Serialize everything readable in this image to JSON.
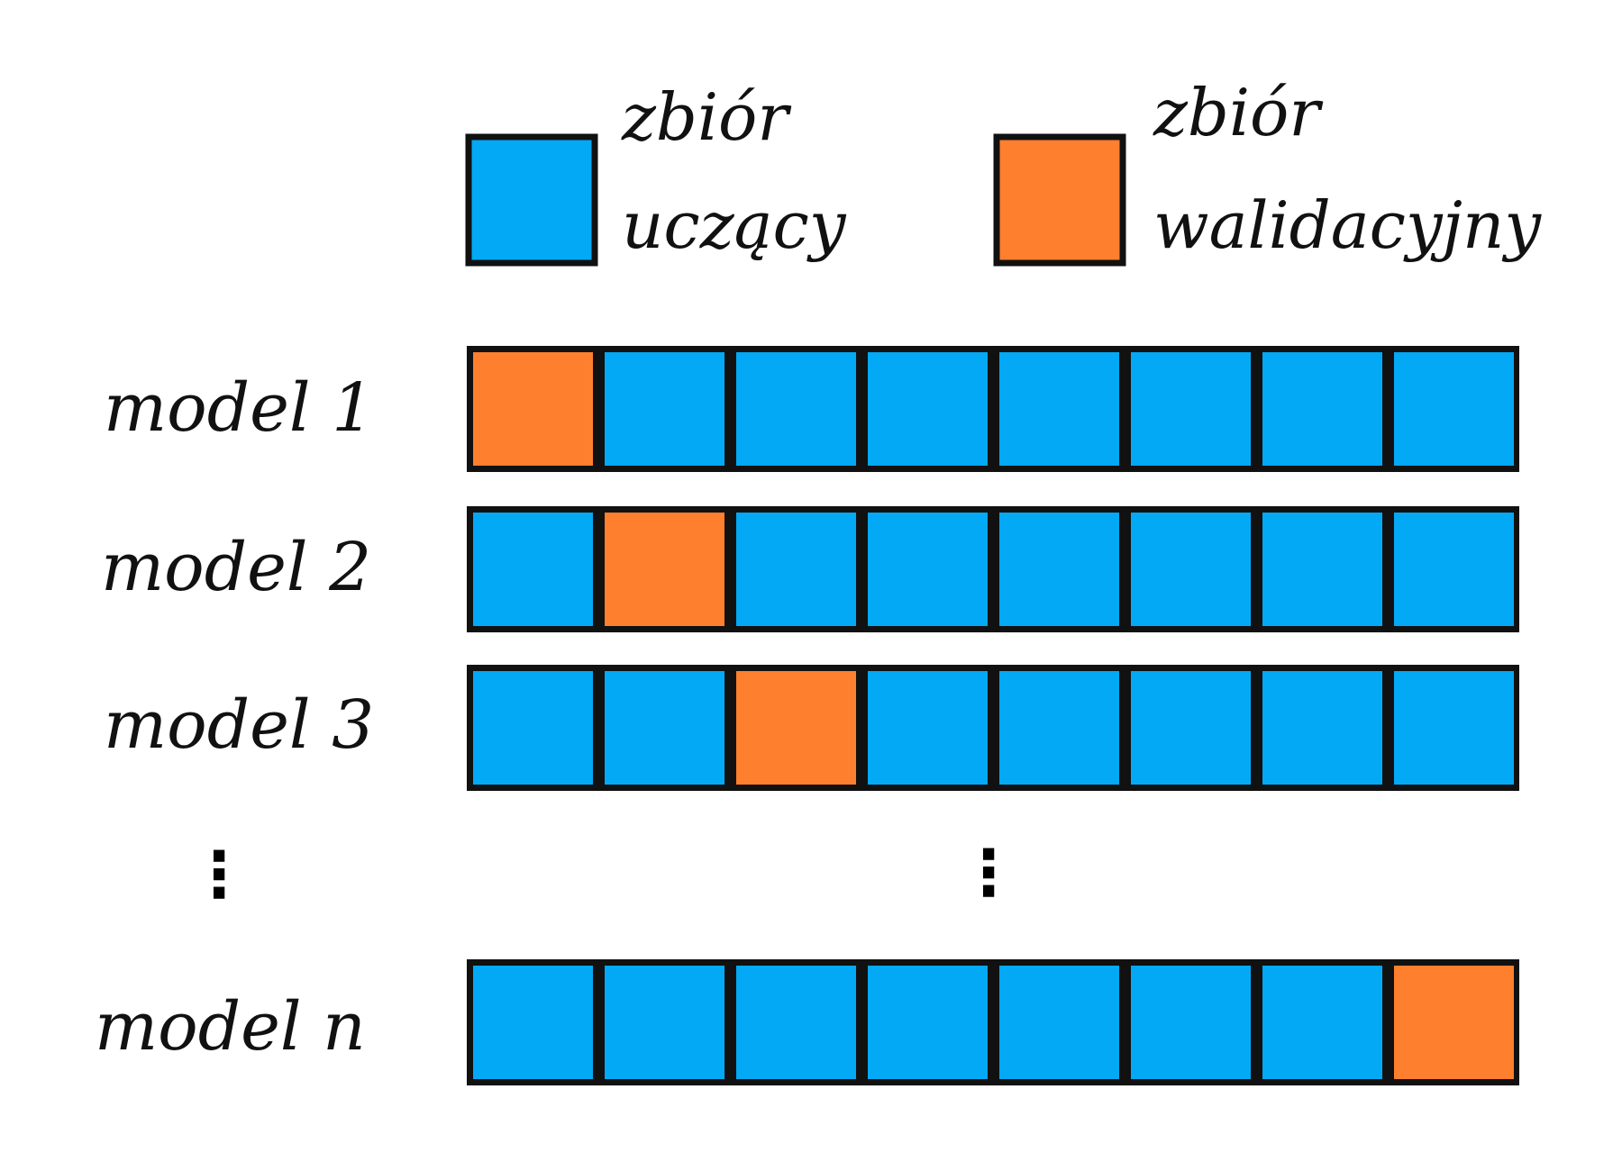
{
  "colors": {
    "training": "#03a9f4",
    "validation": "#fe7f2d",
    "border": "#111111"
  },
  "legend": {
    "training": {
      "line1": "zbiór",
      "line2": "uczący"
    },
    "validation": {
      "line1": "zbiór",
      "line2": "walidacyjny"
    }
  },
  "rows": [
    {
      "label": "model 1",
      "cells": 8,
      "validation_index": 0
    },
    {
      "label": "model 2",
      "cells": 8,
      "validation_index": 1
    },
    {
      "label": "model 3",
      "cells": 8,
      "validation_index": 2
    },
    {
      "label": "model n",
      "cells": 8,
      "validation_index": 7
    }
  ],
  "ellipsis": {
    "left": "⋮",
    "center": "⋮"
  }
}
